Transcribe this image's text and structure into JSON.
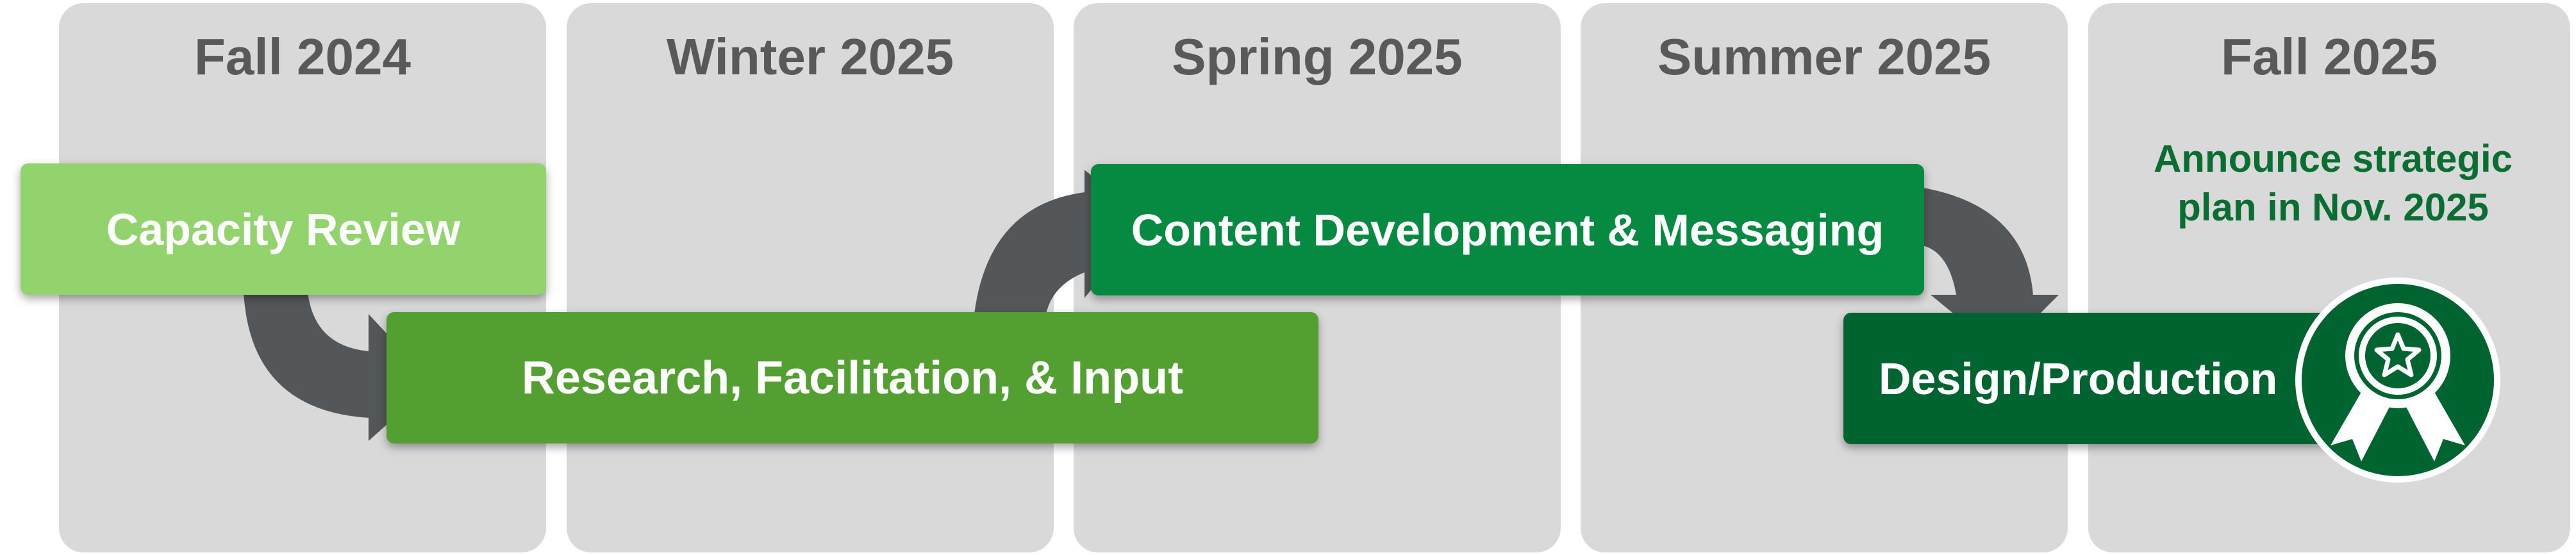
{
  "timeline": {
    "columns": [
      {
        "label": "Fall 2024"
      },
      {
        "label": "Winter 2025"
      },
      {
        "label": "Spring 2025"
      },
      {
        "label": "Summer 2025"
      },
      {
        "label": "Fall 2025"
      }
    ]
  },
  "phases": {
    "capacity_review": "Capacity Review",
    "research": "Research, Facilitation, & Input",
    "content": "Content Development & Messaging",
    "design": "Design/Production"
  },
  "announcement": {
    "line1": "Announce strategic",
    "line2": "plan in Nov. 2025"
  },
  "colors": {
    "column_bg": "#d9d9d9",
    "column_label": "#595959",
    "capacity_review": "#92d36e",
    "research": "#539f31",
    "content": "#068940",
    "design": "#006431",
    "arrow": "#545759",
    "announcement": "#0a6e33"
  },
  "icons": {
    "award": "award-ribbon-star-icon"
  }
}
